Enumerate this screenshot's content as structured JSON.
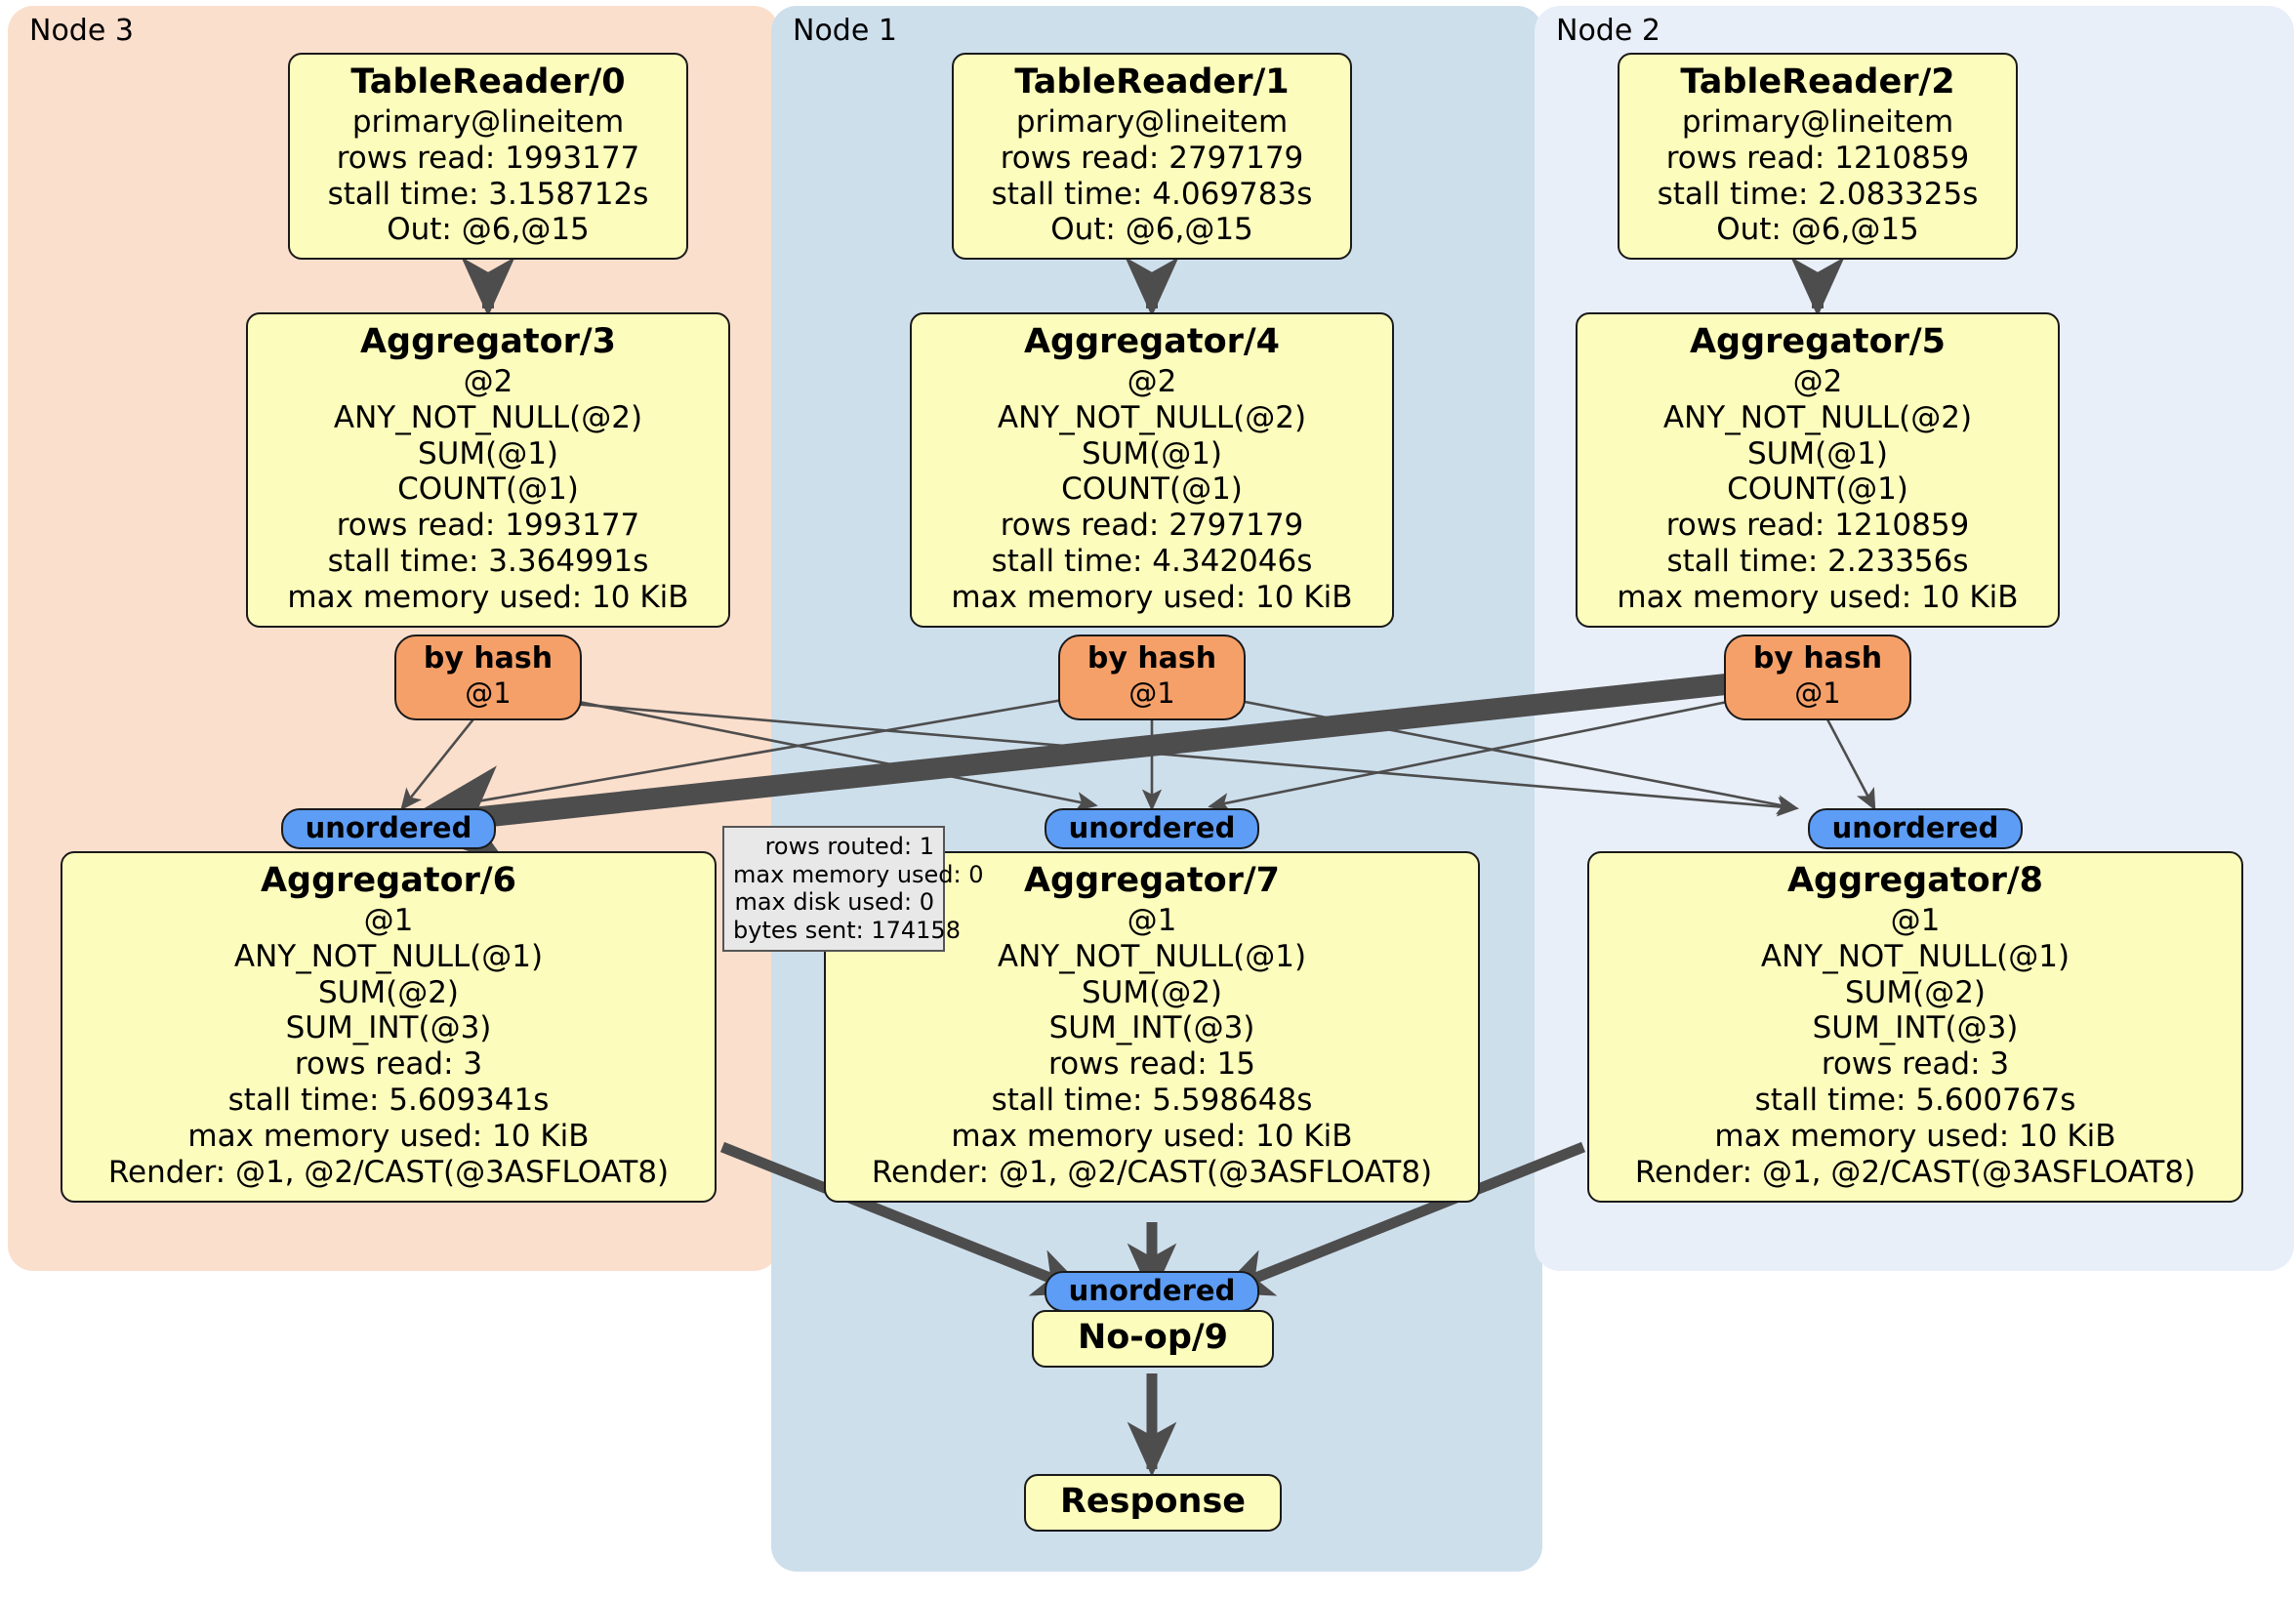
{
  "panels": [
    {
      "id": "node3",
      "label": "Node 3",
      "color": "#fbdfcd"
    },
    {
      "id": "node1",
      "label": "Node 1",
      "color": "#cedfec"
    },
    {
      "id": "node2",
      "label": "Node 2",
      "color": "#e9eff9"
    }
  ],
  "table_readers": [
    {
      "title": "TableReader/0",
      "lines": [
        "primary@lineitem",
        "rows read: 1993177",
        "stall time: 3.158712s",
        "Out: @6,@15"
      ]
    },
    {
      "title": "TableReader/1",
      "lines": [
        "primary@lineitem",
        "rows read: 2797179",
        "stall time: 4.069783s",
        "Out: @6,@15"
      ]
    },
    {
      "title": "TableReader/2",
      "lines": [
        "primary@lineitem",
        "rows read: 1210859",
        "stall time: 2.083325s",
        "Out: @6,@15"
      ]
    }
  ],
  "aggregators_upper": [
    {
      "title": "Aggregator/3",
      "lines": [
        "@2",
        "ANY_NOT_NULL(@2)",
        "SUM(@1)",
        "COUNT(@1)",
        "rows read: 1993177",
        "stall time: 3.364991s",
        "max memory used: 10 KiB"
      ]
    },
    {
      "title": "Aggregator/4",
      "lines": [
        "@2",
        "ANY_NOT_NULL(@2)",
        "SUM(@1)",
        "COUNT(@1)",
        "rows read: 2797179",
        "stall time: 4.342046s",
        "max memory used: 10 KiB"
      ]
    },
    {
      "title": "Aggregator/5",
      "lines": [
        "@2",
        "ANY_NOT_NULL(@2)",
        "SUM(@1)",
        "COUNT(@1)",
        "rows read: 1210859",
        "stall time: 2.23356s",
        "max memory used: 10 KiB"
      ]
    }
  ],
  "routers": [
    {
      "title": "by hash",
      "sub": "@1"
    },
    {
      "title": "by hash",
      "sub": "@1"
    },
    {
      "title": "by hash",
      "sub": "@1"
    }
  ],
  "streams_mid": [
    {
      "label": "unordered"
    },
    {
      "label": "unordered"
    },
    {
      "label": "unordered"
    }
  ],
  "aggregators_lower": [
    {
      "title": "Aggregator/6",
      "lines": [
        "@1",
        "ANY_NOT_NULL(@1)",
        "SUM(@2)",
        "SUM_INT(@3)",
        "rows read: 3",
        "stall time: 5.609341s",
        "max memory used: 10 KiB",
        "Render: @1, @2/CAST(@3ASFLOAT8)"
      ]
    },
    {
      "title": "Aggregator/7",
      "lines": [
        "@1",
        "ANY_NOT_NULL(@1)",
        "SUM(@2)",
        "SUM_INT(@3)",
        "rows read: 15",
        "stall time: 5.598648s",
        "max memory used: 10 KiB",
        "Render: @1, @2/CAST(@3ASFLOAT8)"
      ]
    },
    {
      "title": "Aggregator/8",
      "lines": [
        "@1",
        "ANY_NOT_NULL(@1)",
        "SUM(@2)",
        "SUM_INT(@3)",
        "rows read: 3",
        "stall time: 5.600767s",
        "max memory used: 10 KiB",
        "Render: @1, @2/CAST(@3ASFLOAT8)"
      ]
    }
  ],
  "tooltip": {
    "lines": [
      "rows routed: 1",
      "max memory used: 0",
      "max disk used: 0",
      "bytes sent: 174158"
    ]
  },
  "final_stream": {
    "label": "unordered"
  },
  "noop": {
    "title": "No-op/9"
  },
  "response": {
    "title": "Response"
  },
  "colors": {
    "operator_fill": "#fcfcbc",
    "router_fill": "#f6a069",
    "stream_fill": "#5d9df5",
    "tooltip_fill": "#e8e8e8",
    "edge": "#4d4d4d",
    "node3_panel": "#fbdfcd",
    "node1_panel": "#cedfec",
    "node2_panel": "#e9eff9"
  }
}
